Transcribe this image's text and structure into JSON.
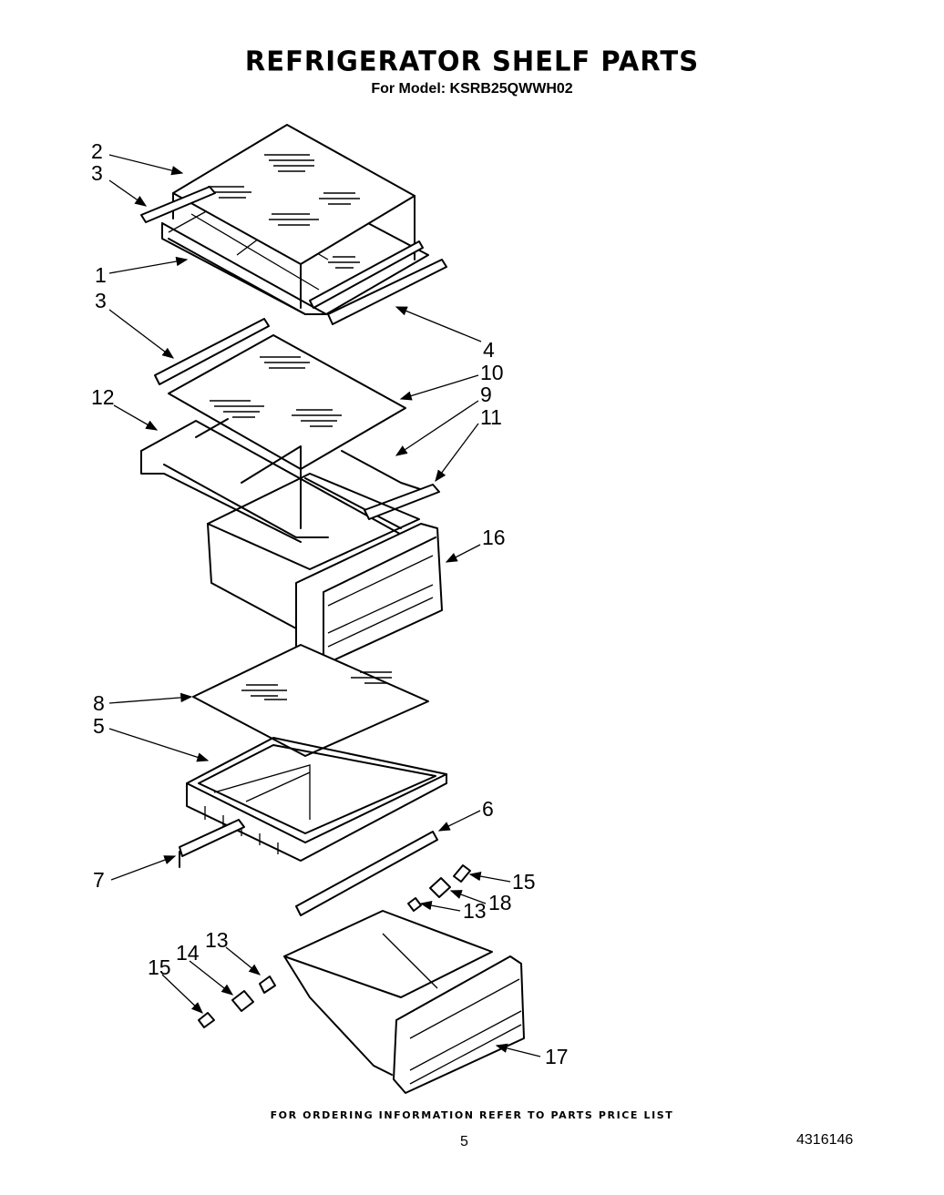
{
  "title": "REFRIGERATOR SHELF PARTS",
  "subtitle": "For Model: KSRB25QWWH02",
  "footer_note": "FOR ORDERING INFORMATION REFER TO PARTS PRICE LIST",
  "page_number": "5",
  "document_number": "4316146",
  "callouts": {
    "c2": "2",
    "c3a": "3",
    "c1": "1",
    "c3b": "3",
    "c4": "4",
    "c10": "10",
    "c12": "12",
    "c9": "9",
    "c11": "11",
    "c16": "16",
    "c8": "8",
    "c5": "5",
    "c6": "6",
    "c7": "7",
    "c15a": "15",
    "c18": "18",
    "c13a": "13",
    "c13b": "13",
    "c14": "14",
    "c15b": "15",
    "c17": "17"
  }
}
